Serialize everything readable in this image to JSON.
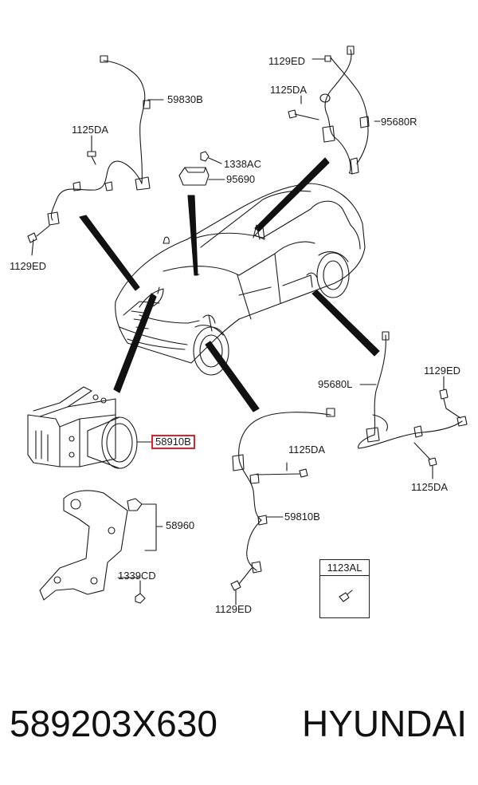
{
  "labels": {
    "sensor_rear_left": "59830B",
    "bolt_top_left": "1125DA",
    "bolt_left_lower": "1129ED",
    "bolt_top_right_a": "1129ED",
    "bolt_top_right_b": "1125DA",
    "sensor_rear_right": "95680R",
    "nut_module": "1338AC",
    "module": "95690",
    "abs_unit": "58910B",
    "bracket": "58960",
    "bracket_bolt": "1339CD",
    "sensor_front_left_bolt": "1125DA",
    "sensor_front_left": "59810B",
    "sensor_front_left_bolt_b": "1129ED",
    "sensor_front_right": "95680L",
    "bolt_right_upper": "1129ED",
    "bolt_right_lower": "1125DA",
    "inset_part": "1123AL"
  },
  "footer": {
    "part_number": "589203X630",
    "brand": "HYUNDAI"
  },
  "colors": {
    "highlight": "#e0202a",
    "line": "#1a1a1a"
  }
}
